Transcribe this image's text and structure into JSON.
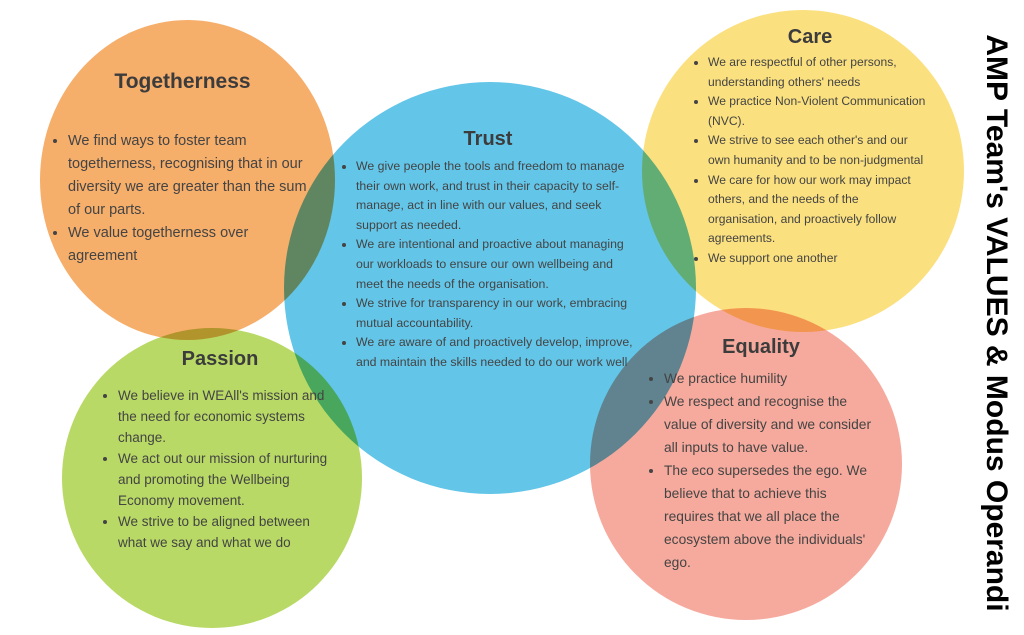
{
  "side_title": "AMP Team's VALUES & Modus Operandi",
  "colors": {
    "togetherness": "#f6ae6b",
    "passion": "#b8d965",
    "trust": "#63c5e8",
    "care": "#fbe07f",
    "equality": "#f6aa9d"
  },
  "togetherness": {
    "title": "Togetherness",
    "items": [
      "We find ways to foster team togetherness, recognising that in our diversity we are greater than the sum of our parts.",
      "We value togetherness over agreement"
    ]
  },
  "passion": {
    "title": "Passion",
    "items": [
      "We believe in WEAll's mission and the need for economic systems change.",
      "We act out our mission of nurturing and promoting the Wellbeing Economy movement.",
      "We strive to be aligned between what we say and what we do"
    ]
  },
  "trust": {
    "title": "Trust",
    "items": [
      "We give people the tools and freedom to manage their own work, and trust in their capacity to self-manage, act in line with our values, and seek support as needed.",
      "We are intentional and proactive about managing our workloads to ensure our own wellbeing and meet the needs of the organisation.",
      "We strive for transparency in our work, embracing mutual accountability.",
      "We are aware of and proactively develop, improve, and maintain the skills needed to do our work well"
    ]
  },
  "care": {
    "title": "Care",
    "items": [
      "We are respectful of other persons, understanding others' needs",
      "We practice Non-Violent Communication (NVC).",
      "We strive to see each other's and our own humanity and to be non-judgmental",
      "We care for how our work may impact others, and the needs of the organisation, and proactively follow agreements.",
      "We support one another"
    ]
  },
  "equality": {
    "title": "Equality",
    "items": [
      "We practice humility",
      "We respect and recognise the value of diversity and we consider all inputs to have value.",
      "The eco supersedes the ego. We believe that to achieve this requires that we all place the ecosystem above the individuals' ego."
    ]
  }
}
